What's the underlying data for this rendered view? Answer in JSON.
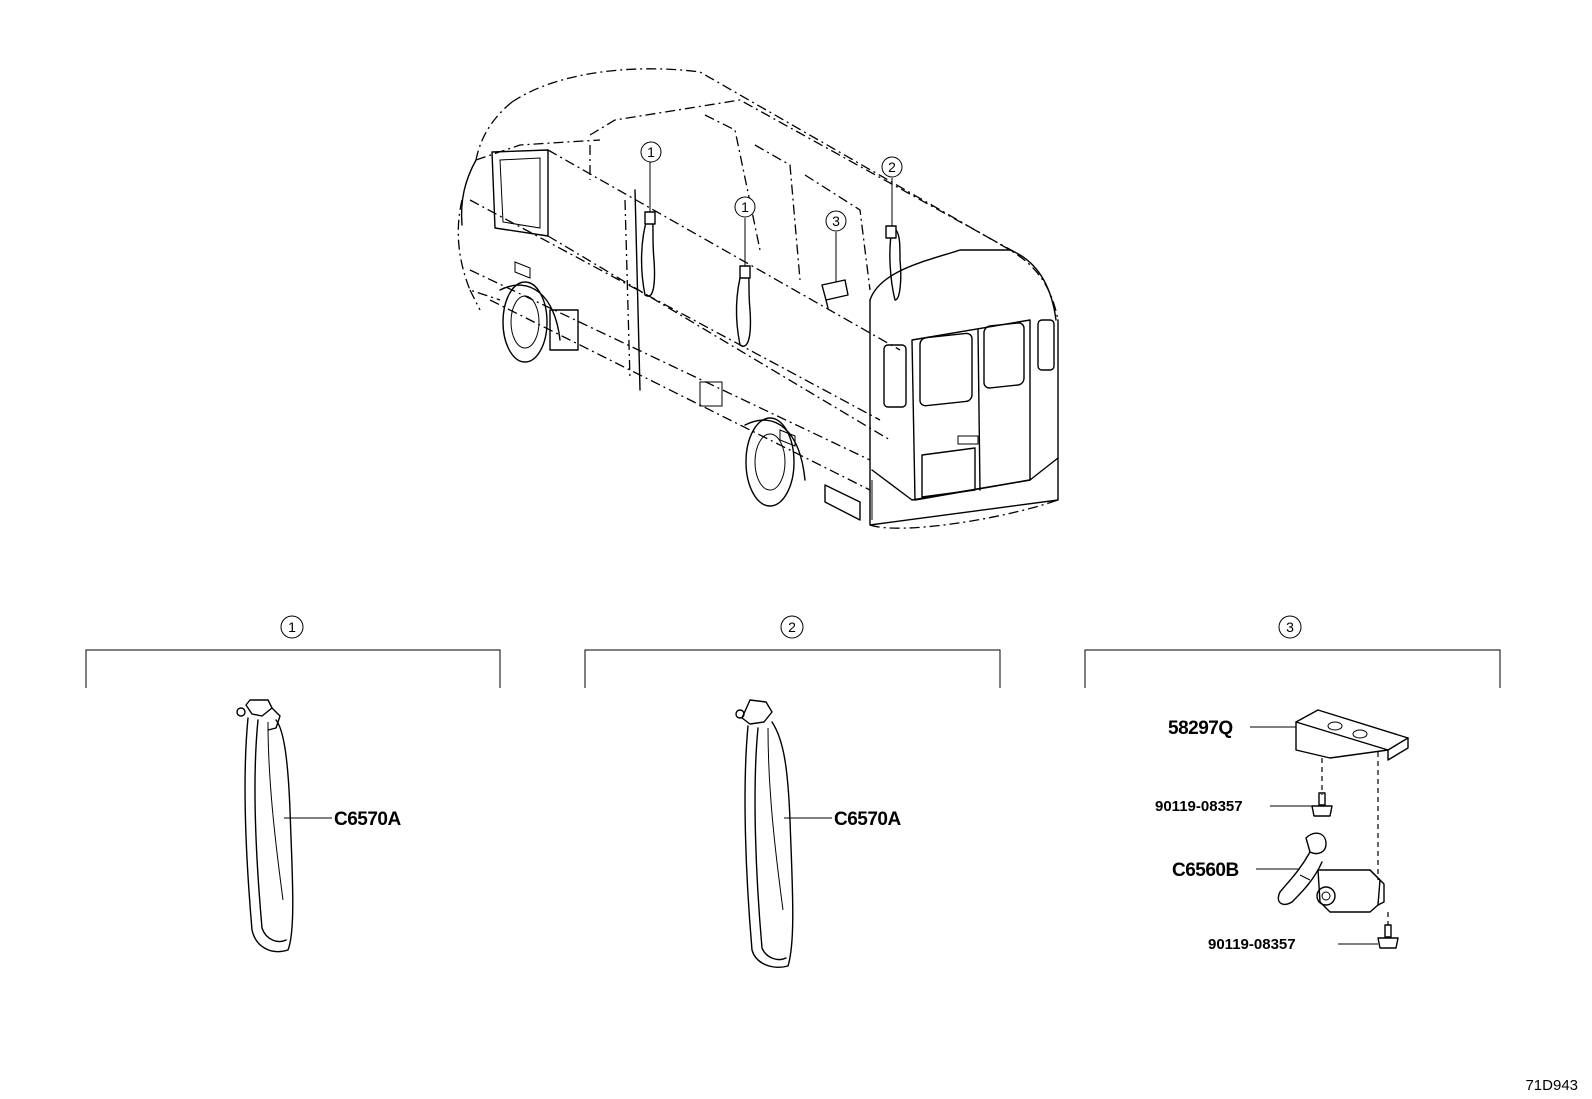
{
  "callouts": {
    "c1": "1",
    "c2": "2",
    "c3": "3"
  },
  "groups": [
    {
      "number": "1",
      "part": "C6570A"
    },
    {
      "number": "2",
      "part": "C6570A"
    },
    {
      "number": "3",
      "parts": {
        "bracket": "58297Q",
        "bolt_upper": "90119-08357",
        "retractor": "C6560B",
        "bolt_lower": "90119-08357"
      }
    }
  ],
  "doc_id": "71D943"
}
